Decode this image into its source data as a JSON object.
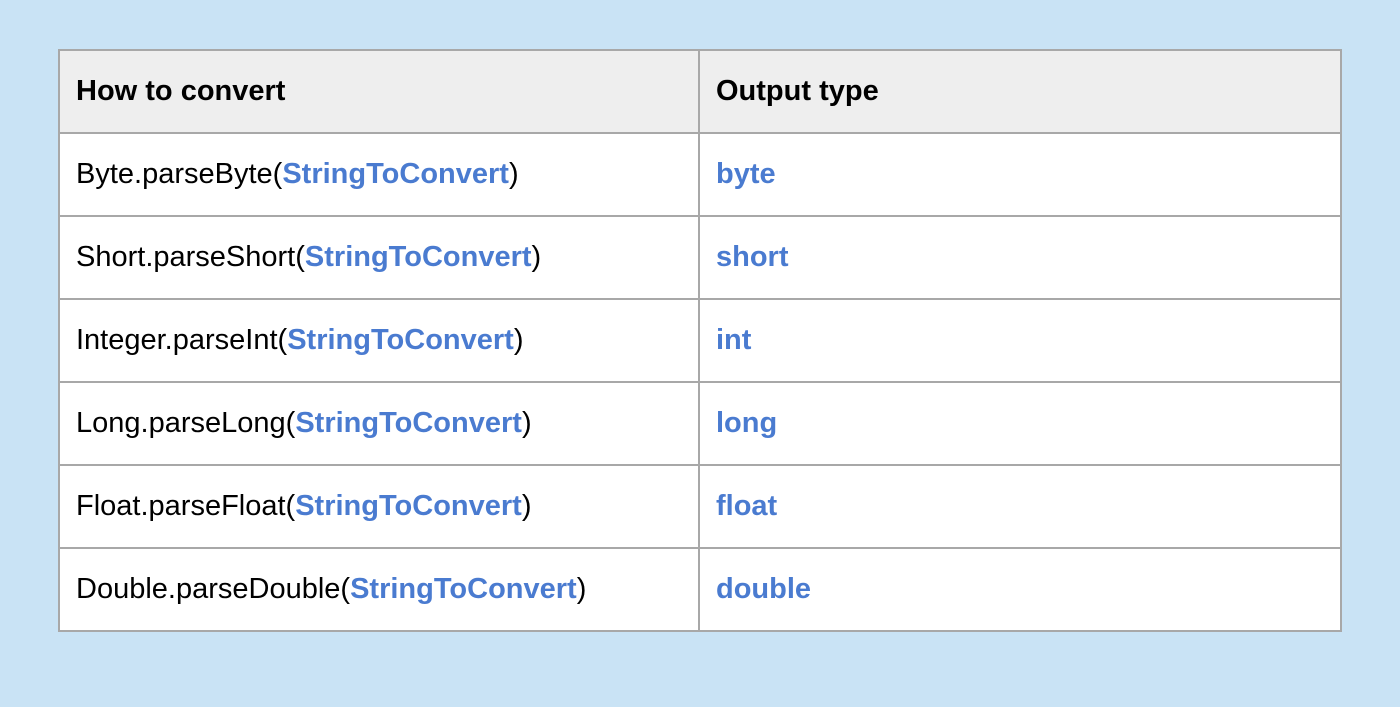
{
  "table": {
    "headers": [
      "How to convert",
      "Output type"
    ],
    "rows": [
      {
        "method": "Byte.parseByte",
        "open": "(",
        "argument": "StringToConvert",
        "close": ")",
        "output": "byte"
      },
      {
        "method": "Short.parseShort",
        "open": "(",
        "argument": "StringToConvert",
        "close": ")",
        "output": "short"
      },
      {
        "method": "Integer.parseInt",
        "open": "(",
        "argument": "StringToConvert",
        "close": ")",
        "output": "int"
      },
      {
        "method": "Long.parseLong",
        "open": "(",
        "argument": "StringToConvert",
        "close": ")",
        "output": "long"
      },
      {
        "method": "Float.parseFloat",
        "open": "(",
        "argument": "StringToConvert",
        "close": ")",
        "output": "float"
      },
      {
        "method": "Double.parseDouble",
        "open": "(",
        "argument": "StringToConvert",
        "close": ")",
        "output": "double"
      }
    ]
  },
  "colors": {
    "background": "#c9e3f5",
    "header_background": "#eeeeee",
    "border": "#a8a8a8",
    "accent": "#4a7bd0"
  }
}
